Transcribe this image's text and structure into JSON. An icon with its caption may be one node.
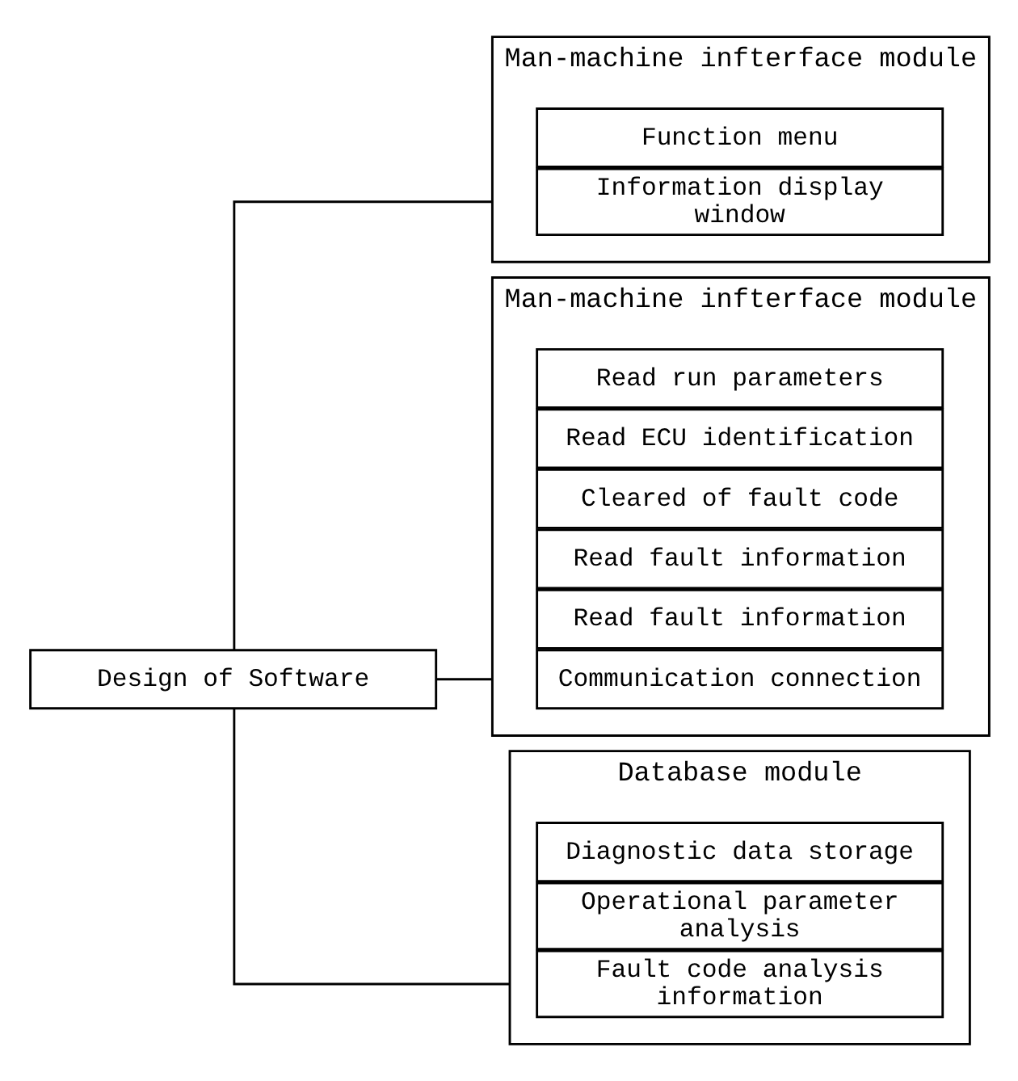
{
  "diagram": {
    "nodes": [
      {
        "text": [
          "Design of Software"
        ]
      },
      {
        "text": [
          "Man-machine infterface module"
        ]
      },
      {
        "text": [
          "Information display window"
        ],
        "in": 1
      },
      {
        "text": [
          "Function menu"
        ],
        "in": 1
      },
      {
        "text": [
          "Man-machine infterface module"
        ]
      },
      {
        "text": [
          "Communication connection"
        ],
        "in": 4
      },
      {
        "text": [
          "Read fault information"
        ],
        "in": 4
      },
      {
        "text": [
          "Read fault information"
        ],
        "in": 4
      },
      {
        "text": [
          "Cleared of fault code"
        ],
        "in": 4
      },
      {
        "text": [
          "Read ECU identification"
        ],
        "in": 4
      },
      {
        "text": [
          "Read run parameters"
        ],
        "in": 4
      },
      {
        "text": [
          "Database module"
        ]
      },
      {
        "text": [
          "Fault code analysis information"
        ],
        "in": 11
      },
      {
        "text": [
          "Operational parameter analysis"
        ],
        "in": 11
      },
      {
        "text": [
          "Diagnostic data storage"
        ],
        "in": 11
      }
    ],
    "edges": [
      {
        "from": 0,
        "to": 1,
        "arrow": "none"
      },
      {
        "from": 0,
        "to": 4,
        "arrow": "none"
      },
      {
        "from": 0,
        "to": 11,
        "arrow": "none"
      }
    ]
  }
}
